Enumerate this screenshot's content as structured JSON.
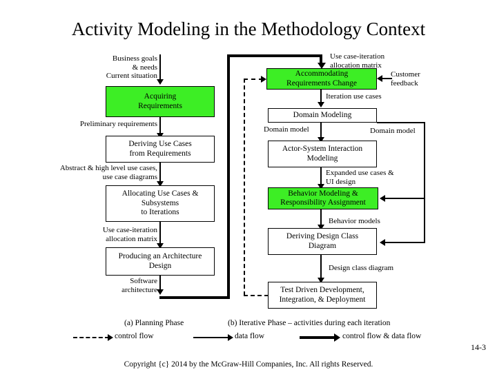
{
  "slide": {
    "title": "Activity Modeling in the Methodology Context",
    "page_number": "14-3",
    "copyright": "Copyright {c} 2014 by the McGraw-Hill Companies, Inc. All rights Reserved.",
    "colors": {
      "highlight_green": "#3DEE25",
      "line_black": "#000000",
      "background": "#FFFFFF"
    }
  },
  "planning_phase": {
    "caption": "(a) Planning Phase",
    "inputs": {
      "business_goals": "Business goals\n& needs\nCurrent situation"
    },
    "nodes": [
      {
        "id": "acquiring-requirements",
        "label": "Acquiring\nRequirements",
        "highlight": true
      },
      {
        "id": "deriving-use-cases",
        "label": "Deriving Use Cases\nfrom Requirements",
        "highlight": false
      },
      {
        "id": "allocating-use-cases",
        "label": "Allocating Use Cases &\nSubsystems\nto Iterations",
        "highlight": false
      },
      {
        "id": "producing-architecture",
        "label": "Producing an Architecture\nDesign",
        "highlight": false
      }
    ],
    "flow_labels": [
      {
        "id": "preliminary-requirements",
        "text": "Preliminary requirements"
      },
      {
        "id": "abstract-use-cases",
        "text": "Abstract & high level use cases,\nuse case diagrams"
      },
      {
        "id": "use-case-iteration-matrix-left",
        "text": "Use case-iteration\nallocation matrix"
      },
      {
        "id": "software-architecture",
        "text": "Software\narchitecture"
      }
    ]
  },
  "iterative_phase": {
    "caption": "(b) Iterative Phase – activities during each iteration",
    "inputs": {
      "use_case_iteration_matrix": "Use case-iteration\nallocation matrix",
      "customer_feedback": "Customer\nfeedback"
    },
    "nodes": [
      {
        "id": "accommodating-requirements-change",
        "label": "Accommodating\nRequirements Change",
        "highlight": true
      },
      {
        "id": "domain-modeling",
        "label": "Domain Modeling",
        "highlight": false
      },
      {
        "id": "actor-system-interaction",
        "label": "Actor-System Interaction\nModeling",
        "highlight": false
      },
      {
        "id": "behavior-modeling",
        "label": "Behavior Modeling &\nResponsibility Assignment",
        "highlight": true
      },
      {
        "id": "deriving-design-class",
        "label": "Deriving Design Class\nDiagram",
        "highlight": false
      },
      {
        "id": "test-driven-development",
        "label": "Test Driven Development,\nIntegration, & Deployment",
        "highlight": false
      }
    ],
    "flow_labels": [
      {
        "id": "iteration-use-cases",
        "text": "Iteration use cases"
      },
      {
        "id": "domain-model-left",
        "text": "Domain model"
      },
      {
        "id": "domain-model-right",
        "text": "Domain model"
      },
      {
        "id": "expanded-use-cases",
        "text": "Expanded use cases &\nUI design"
      },
      {
        "id": "behavior-models",
        "text": "Behavior models"
      },
      {
        "id": "design-class-diagram",
        "text": "Design class diagram"
      }
    ]
  },
  "legend": {
    "items": [
      {
        "id": "control-flow",
        "label": "control flow",
        "style": "dashed"
      },
      {
        "id": "data-flow",
        "label": "data flow",
        "style": "solid-thin"
      },
      {
        "id": "control-and-data-flow",
        "label": "control flow & data flow",
        "style": "solid-thick"
      }
    ]
  }
}
